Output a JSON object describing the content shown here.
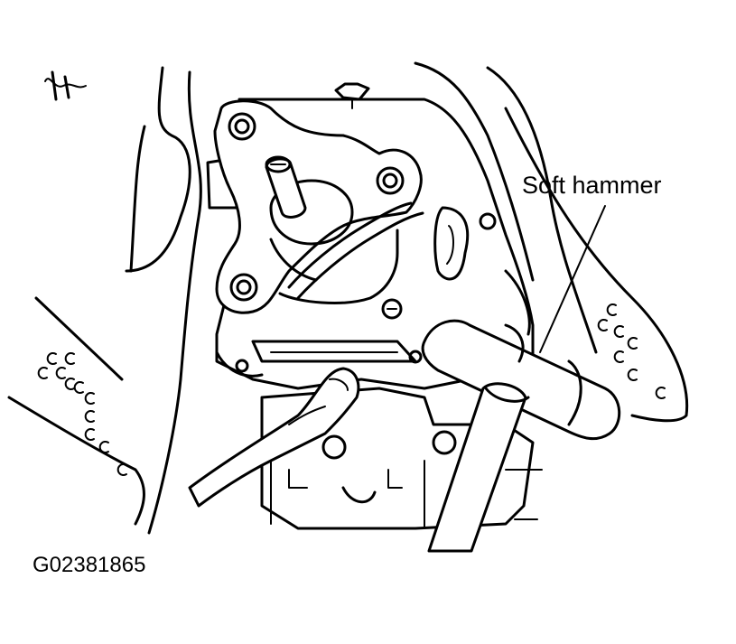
{
  "diagram": {
    "callout_label": "Soft hammer",
    "figure_id": "G02381865",
    "illustration": "line-drawing"
  }
}
